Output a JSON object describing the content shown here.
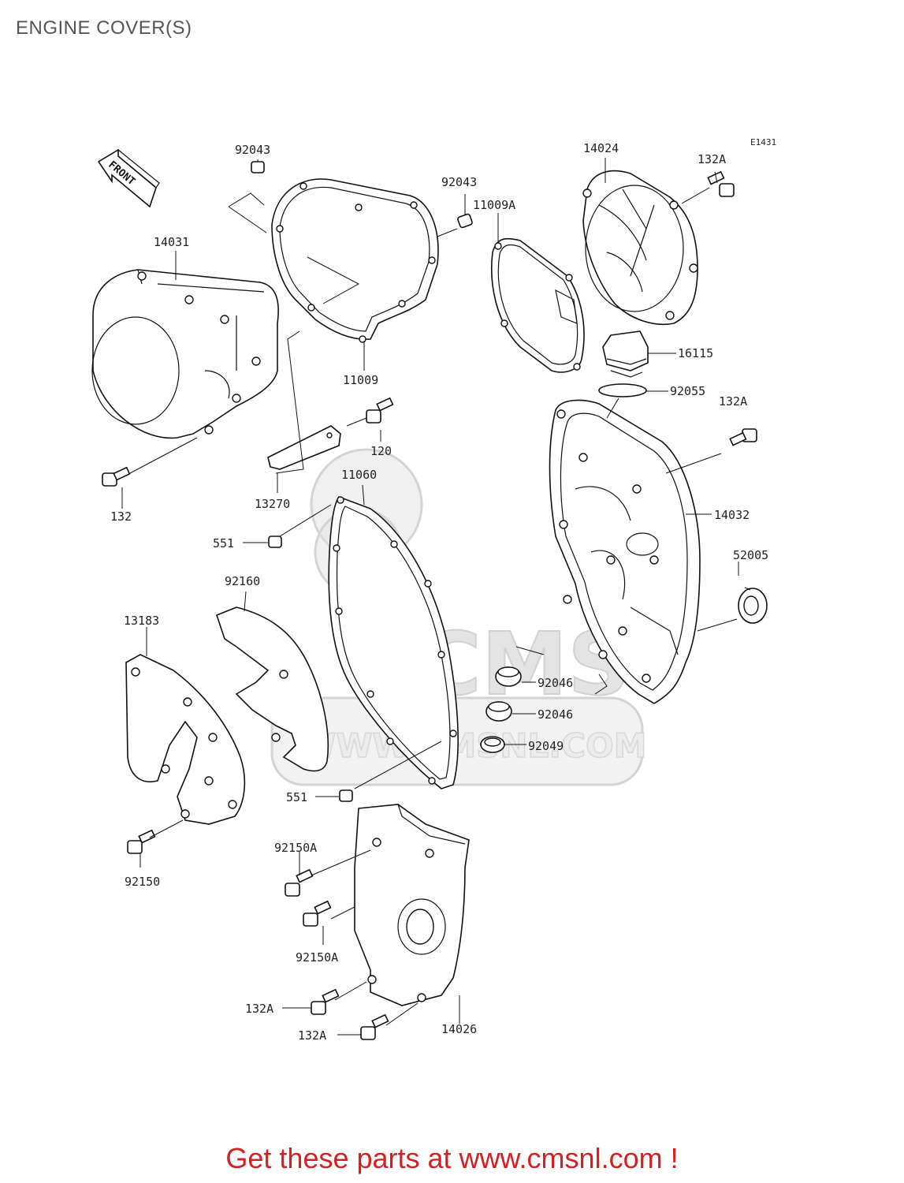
{
  "title": "ENGINE COVER(S)",
  "diagram_code": "E1431",
  "front_label": "FRONT",
  "watermark": {
    "logo": "CMS",
    "url": "WWW.CMSNL.COM"
  },
  "footer": "Get these parts at www.cmsnl.com !",
  "parts": {
    "p92043_a": "92043",
    "p92043_b": "92043",
    "p14024": "14024",
    "p132A_a": "132A",
    "p14031": "14031",
    "p11009A": "11009A",
    "p16115": "16115",
    "p11009": "11009",
    "p92055": "92055",
    "p132A_b": "132A",
    "p120": "120",
    "p11060": "11060",
    "p132": "132",
    "p13270": "13270",
    "p14032": "14032",
    "p551_a": "551",
    "p52005": "52005",
    "p92160": "92160",
    "p13183": "13183",
    "p92046_a": "92046",
    "p92046_b": "92046",
    "p92049": "92049",
    "p551_b": "551",
    "p92150A_a": "92150A",
    "p92150": "92150",
    "p92150A_b": "92150A",
    "p132A_c": "132A",
    "p14026": "14026",
    "p132A_d": "132A"
  }
}
